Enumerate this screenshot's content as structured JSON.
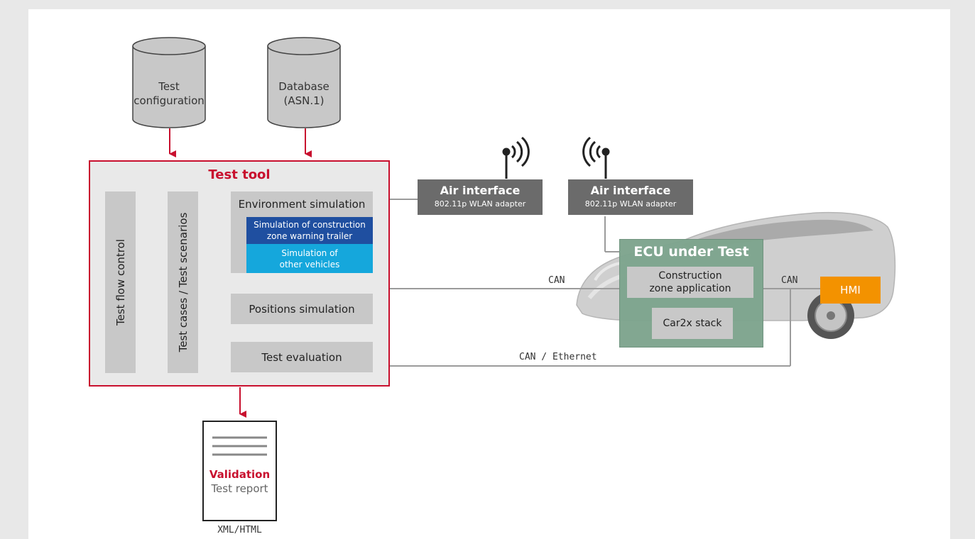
{
  "colors": {
    "accent_red": "#c8102e",
    "box_gray": "#c8c8c8",
    "air_gray": "#6b6b6b",
    "ecu_green": "#7ea58e",
    "dark_blue": "#1f4fa0",
    "light_blue": "#15a7dc",
    "hmi_orange": "#f39200"
  },
  "databases": {
    "test_config": [
      "Test",
      "configuration"
    ],
    "database": [
      "Database",
      "(ASN.1)"
    ]
  },
  "test_tool": {
    "title": "Test tool",
    "flow_control": "Test flow control",
    "test_cases": "Test cases / Test scenarios",
    "env_sim": {
      "title": "Environment simulation",
      "construction": [
        "Simulation of construction",
        "zone warning trailer"
      ],
      "vehicles": [
        "Simulation of",
        "other vehicles"
      ]
    },
    "positions": "Positions simulation",
    "evaluation": "Test evaluation"
  },
  "air_interfaces": [
    {
      "title": "Air interface",
      "subtitle": "802.11p WLAN adapter"
    },
    {
      "title": "Air interface",
      "subtitle": "802.11p WLAN adapter"
    }
  ],
  "ecu": {
    "title": "ECU under Test",
    "app": [
      "Construction",
      "zone application"
    ],
    "stack": "Car2x stack"
  },
  "hmi": "HMI",
  "connections": {
    "can1": "CAN",
    "can2": "CAN",
    "can_eth": "CAN / Ethernet"
  },
  "report": {
    "validation": "Validation",
    "subtitle": "Test report",
    "format": "XML/HTML"
  },
  "icons": [
    "database-cylinder-icon",
    "antenna-icon",
    "document-icon",
    "car-image"
  ]
}
